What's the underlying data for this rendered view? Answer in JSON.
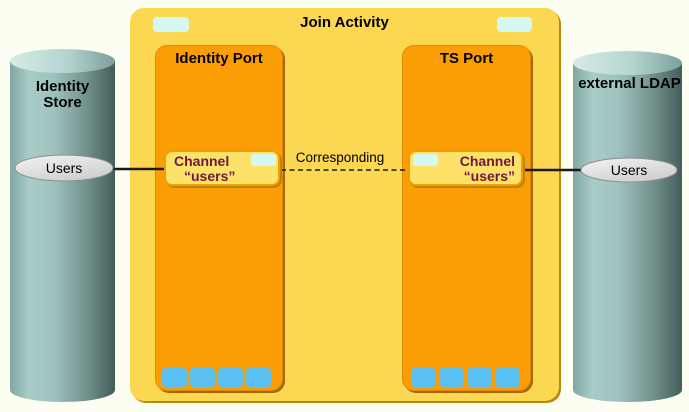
{
  "activity": {
    "title": "Join Activity",
    "badge_count": 2
  },
  "ports": [
    {
      "title": "Identity Port",
      "channel": {
        "name": "Channel",
        "binding": "“users”"
      },
      "slot_count": 4
    },
    {
      "title": "TS Port",
      "channel": {
        "name": "Channel",
        "binding": "“users”"
      },
      "slot_count": 4
    }
  ],
  "connection": {
    "label": "Corresponding",
    "style": "dashed"
  },
  "stores": [
    {
      "name": "Identity\nStore",
      "entity": "Users",
      "side": "left"
    },
    {
      "name": "external LDAP",
      "entity": "Users",
      "side": "right"
    }
  ],
  "colors": {
    "background": "#FCFEF2",
    "activity_fill": "#FCD751",
    "activity_shadow": "#B9880E",
    "port_fill": "#FB9E06",
    "port_shadow": "#A5680A",
    "channel_fill": "#FDE269",
    "channel_border": "#F59C00",
    "channel_text": "#701641",
    "badge_cyan": "#D6F8F2",
    "slot_blue": "#5BC1F2",
    "cylinder_mid": "#A3C6C2",
    "cylinder_dark": "#435D5A",
    "line_black": "#1A1A1A"
  }
}
